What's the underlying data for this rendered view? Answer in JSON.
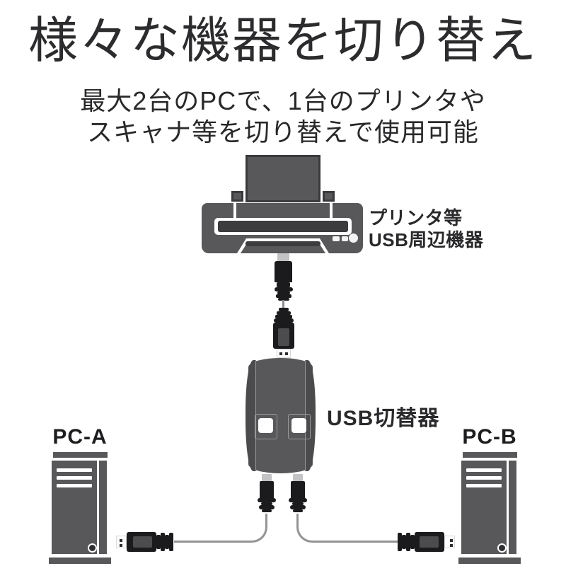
{
  "header": {
    "title": "様々な機器を切り替え",
    "subtitle_lines": [
      "最大2台のPCで、1台のプリンタや",
      "スキャナ等を切り替えで使用可能"
    ]
  },
  "diagram": {
    "printer_label_lines": [
      "プリンタ等",
      "USB周辺機器"
    ],
    "switch_label": "USB切替器",
    "pc_a_label": "PC-A",
    "pc_b_label": "PC-B",
    "icons": {
      "printer": "printer-icon",
      "usb_switch": "usb-switch-icon",
      "pc_tower": "pc-tower-icon",
      "usb_b_plug": "usb-b-plug-icon",
      "usb_a_plug": "usb-a-plug-icon",
      "mini_usb_plug": "mini-usb-plug-icon",
      "cable": "usb-cable-icon"
    }
  },
  "colors": {
    "background": "#ffffff",
    "device_gray": "#58585a",
    "device_dark_band": "#4b4b4d",
    "outline_dark": "#3a3a3c",
    "connector_black": "#1b1b1d",
    "connector_tip_gray": "#c3c3c5",
    "cable_gray": "#949496",
    "text": "#29292b",
    "button_white": "#ffffff"
  }
}
